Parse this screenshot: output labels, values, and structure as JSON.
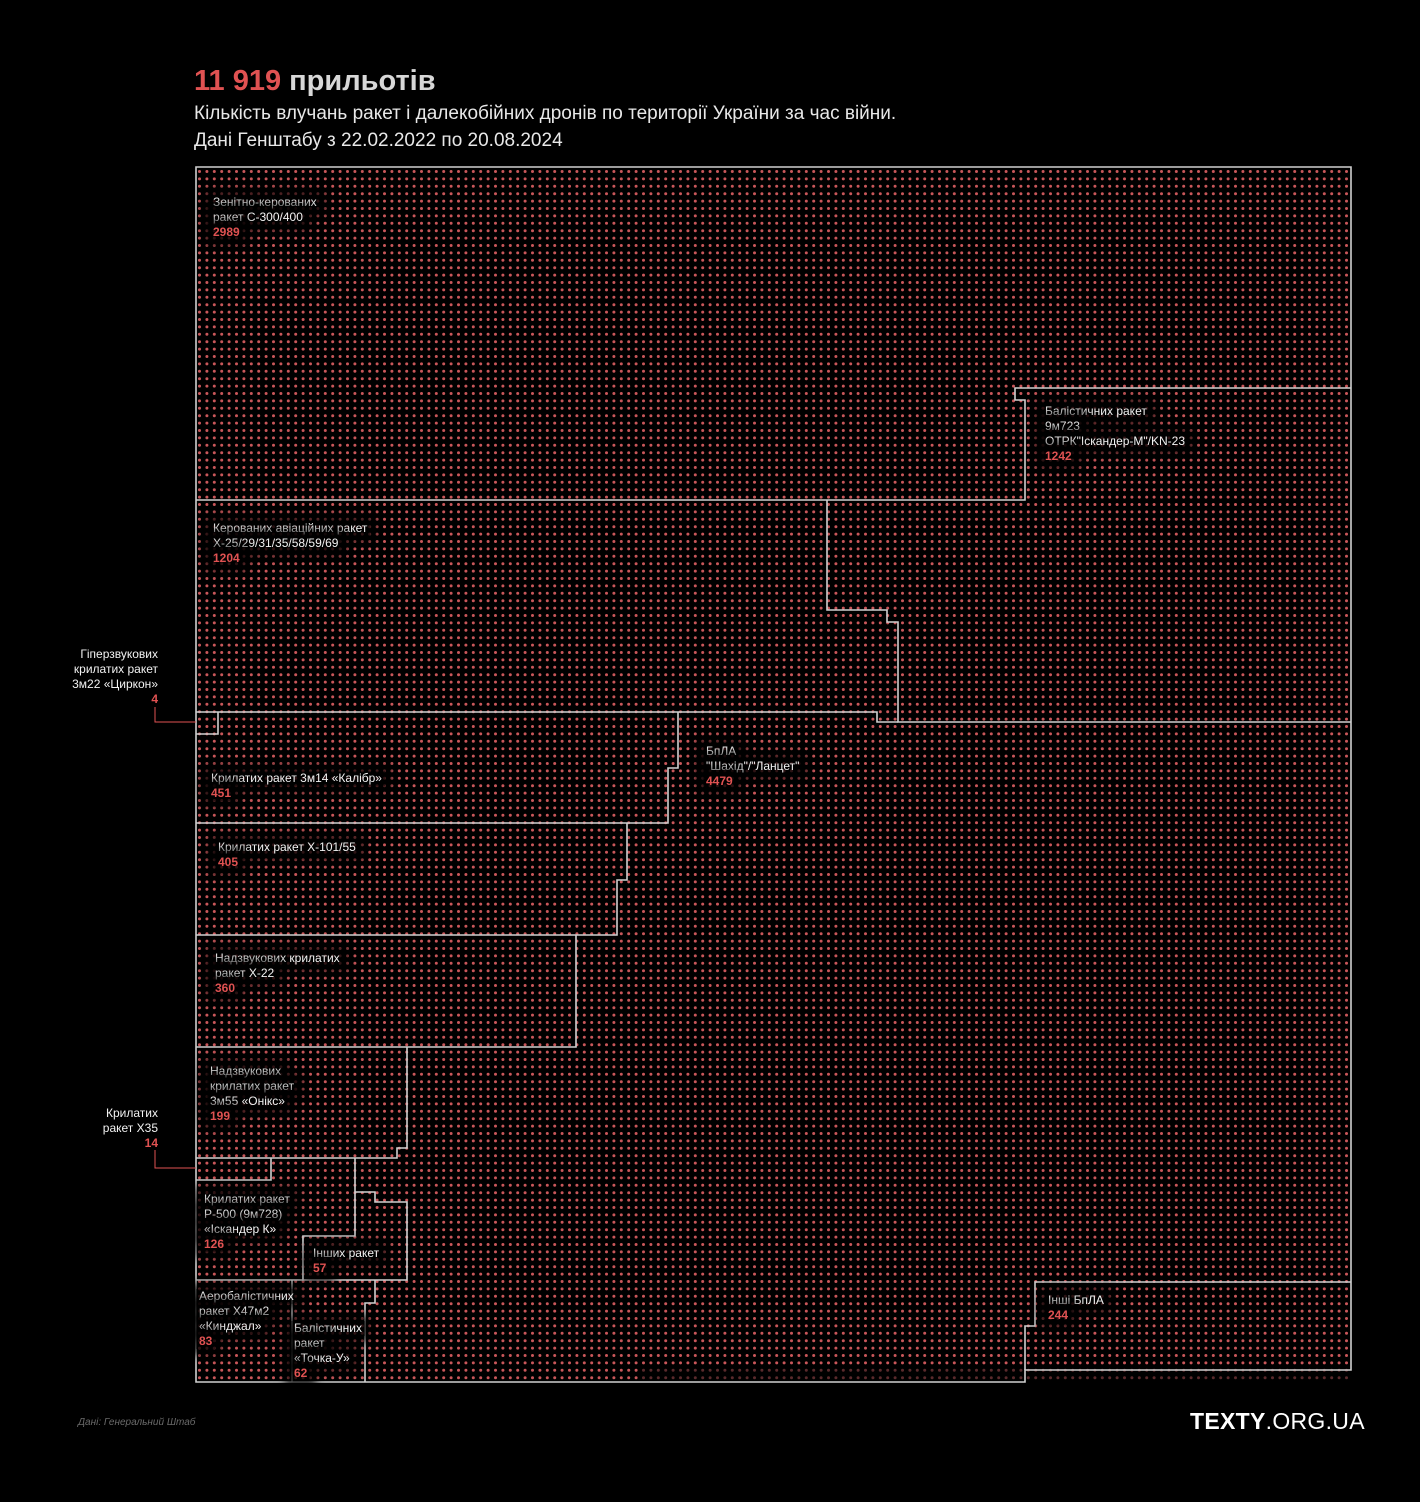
{
  "header": {
    "title_number": "11 919",
    "title_rest": " прильотів",
    "subtitle_line1": "Кількість влучань ракет і далекобійних дронів по території України за час війни.",
    "subtitle_line2": "Дані Генштабу з 22.02.2022 по 20.08.2024"
  },
  "colors": {
    "background": "#000000",
    "dot": "#c9575a",
    "dot_outside": "#5a2a2c",
    "outline": "#cfcfcf",
    "accent": "#e05252"
  },
  "chart_data": {
    "type": "waffle",
    "total": 11919,
    "categories": [
      {
        "label_lines": [
          "Зенітно-керованих",
          "ракет С-300/400"
        ],
        "value": 2989
      },
      {
        "label_lines": [
          "Балістичних ракет",
          "9м723",
          "ОТРК\"Іскандер-М\"/KN-23"
        ],
        "value": 1242
      },
      {
        "label_lines": [
          "Керованих авіаційних ракет",
          "Х-25/29/31/35/58/59/69"
        ],
        "value": 1204
      },
      {
        "label_lines": [
          "Гіперзвукових",
          "крилатих ракет",
          "3м22 «Циркон»"
        ],
        "value": 4
      },
      {
        "label_lines": [
          "Крилатих ракет 3м14 «Калібр»"
        ],
        "value": 451
      },
      {
        "label_lines": [
          "БпЛА",
          "\"Шахід\"/\"Ланцет\""
        ],
        "value": 4479
      },
      {
        "label_lines": [
          "Крилатих ракет Х-101/55"
        ],
        "value": 405
      },
      {
        "label_lines": [
          "Надзвукових крилатих",
          "ракет Х-22"
        ],
        "value": 360
      },
      {
        "label_lines": [
          "Надзвукових",
          "крилатих ракет",
          "3м55 «Онікс»"
        ],
        "value": 199
      },
      {
        "label_lines": [
          "Крилатих",
          "ракет Х35"
        ],
        "value": 14
      },
      {
        "label_lines": [
          "Крилатих ракет",
          "Р-500 (9м728)",
          "«Іскандер К»"
        ],
        "value": 126
      },
      {
        "label_lines": [
          "Інших ракет"
        ],
        "value": 57
      },
      {
        "label_lines": [
          "Аеробалістичних",
          "ракет Х47м2",
          "«Кинджал»"
        ],
        "value": 83
      },
      {
        "label_lines": [
          "Балістичних",
          "ракет",
          "«Точка-У»"
        ],
        "value": 62
      },
      {
        "label_lines": [
          "Інші БпЛА"
        ],
        "value": 244
      }
    ]
  },
  "footer": {
    "source": "Дані: Генеральний Штаб",
    "logo_bold": "TEXTY",
    "logo_rest": ".ORG.UA"
  }
}
